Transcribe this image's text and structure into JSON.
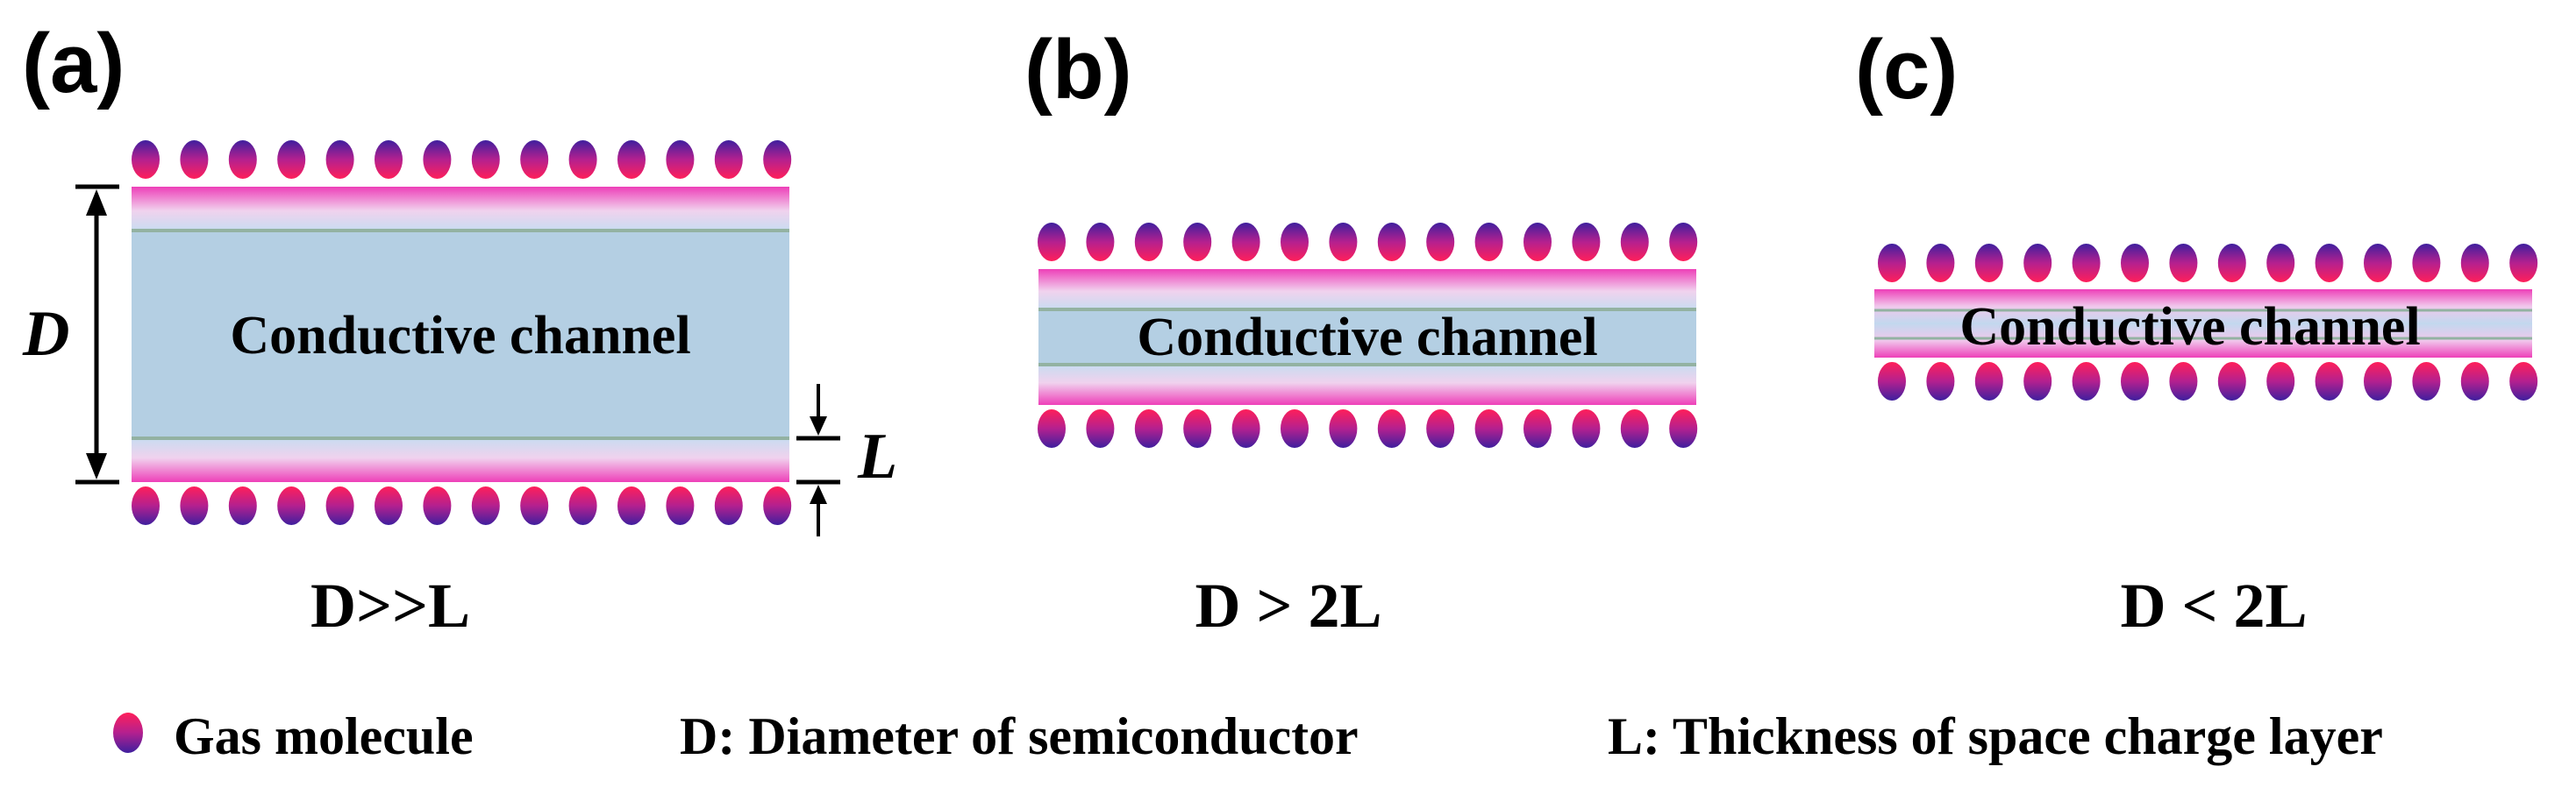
{
  "panels": [
    {
      "id": "a",
      "label": "(a)",
      "channel_label": "Conductive channel",
      "condition_var": "D",
      "condition_op": ">>",
      "condition_rhs": "L",
      "dimension_D": "D",
      "dimension_L": "L"
    },
    {
      "id": "b",
      "label": "(b)",
      "channel_label": "Conductive channel",
      "condition_var": "D",
      "condition_op": " > ",
      "condition_rhs": "2L"
    },
    {
      "id": "c",
      "label": "(c)",
      "channel_label": "Conductive channel",
      "condition_var": "D",
      "condition_op": " < ",
      "condition_rhs": "2L"
    }
  ],
  "legend": {
    "gas_molecule": "Gas molecule",
    "d_symbol": "D",
    "d_text": ": Diameter of semiconductor",
    "l_symbol": "L",
    "l_text": ": Thickness of space charge layer"
  },
  "colors": {
    "channel_fill": "#b4cfe3",
    "space_charge_edge": "#ee3fb8",
    "space_charge_mid": "#e6e6f6",
    "molecule_top": "#ff1f5a",
    "molecule_bottom": "#3f1f9e"
  }
}
